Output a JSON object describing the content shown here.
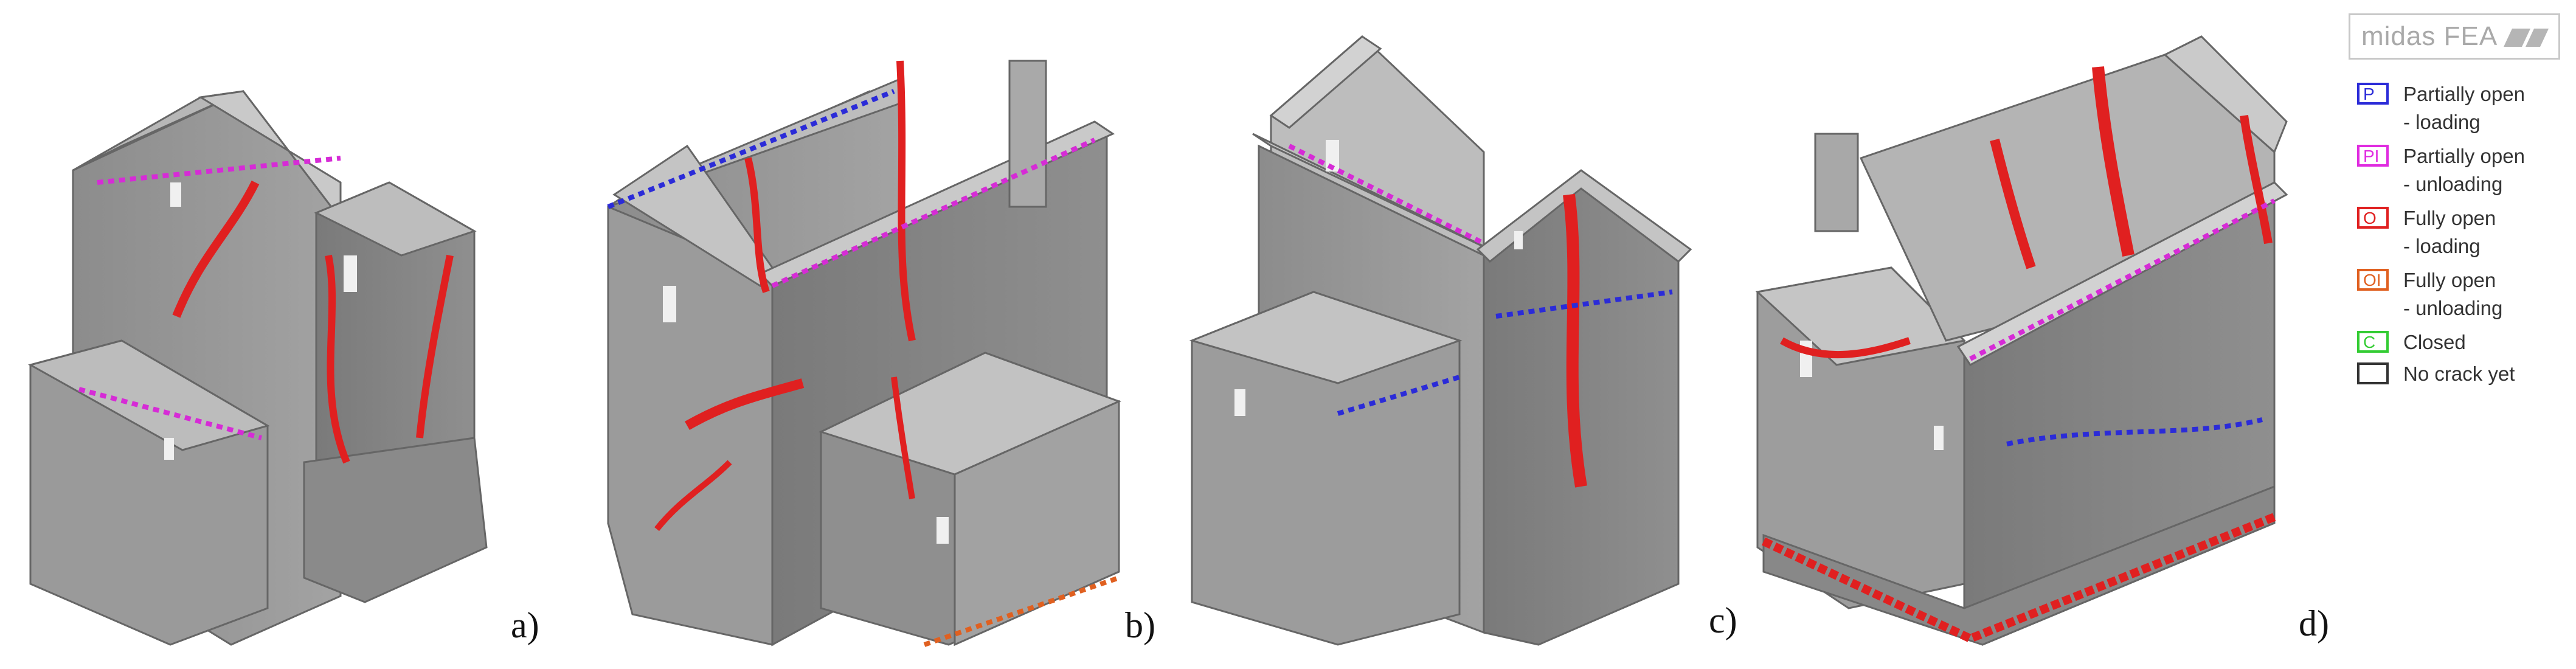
{
  "panels": [
    {
      "id": "a",
      "label": "a)"
    },
    {
      "id": "b",
      "label": "b)"
    },
    {
      "id": "c",
      "label": "c)"
    },
    {
      "id": "d",
      "label": "d)"
    }
  ],
  "legend": {
    "logo": "midas FEA",
    "items": [
      {
        "code": "P",
        "line1": "Partially open",
        "line2": "- loading",
        "color": "#2b2bd8"
      },
      {
        "code": "PI",
        "line1": "Partially open",
        "line2": "- unloading",
        "color": "#e02be0"
      },
      {
        "code": "O",
        "line1": "Fully open",
        "line2": "- loading",
        "color": "#e02020"
      },
      {
        "code": "OI",
        "line1": "Fully open",
        "line2": "- unloading",
        "color": "#e06020"
      },
      {
        "code": "C",
        "line1": "Closed",
        "line2": "",
        "color": "#33cc33"
      },
      {
        "code": "",
        "line1": "No crack yet",
        "line2": "",
        "color": "#333333"
      }
    ]
  }
}
